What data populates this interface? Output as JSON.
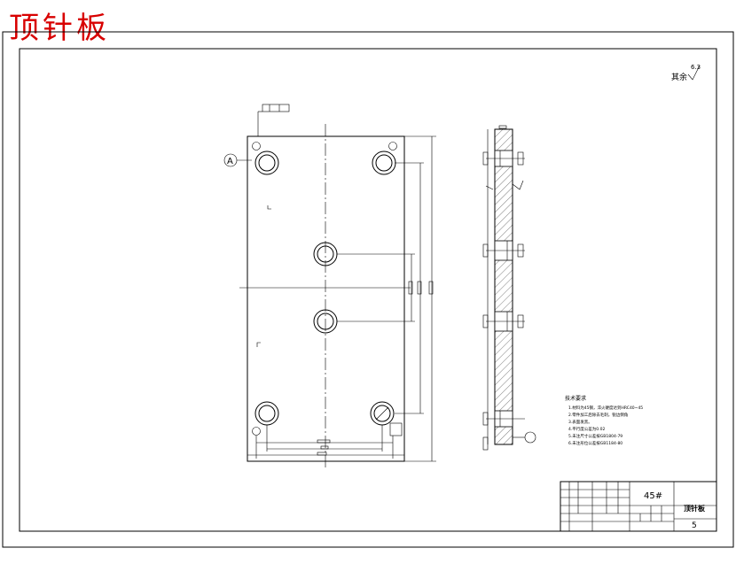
{
  "page_title": "顶针板",
  "roughness_mark": "其余",
  "roughness_value": "6.3",
  "datum_label": "A",
  "notes": {
    "heading": "技术要求",
    "lines": [
      "1.材料为45钢，淬火硬度达到HRC40~45",
      "2.零件加工后除去毛刺，锐边倒角",
      "3.表面发黑。",
      "4.平行度公差为0.02",
      "5.未注尺寸公差按GB1804-79",
      "6.未注形位公差按GB1184-80"
    ]
  },
  "title_block": {
    "material": "45#",
    "part_name": "顶针板",
    "sheet_no": "5"
  }
}
